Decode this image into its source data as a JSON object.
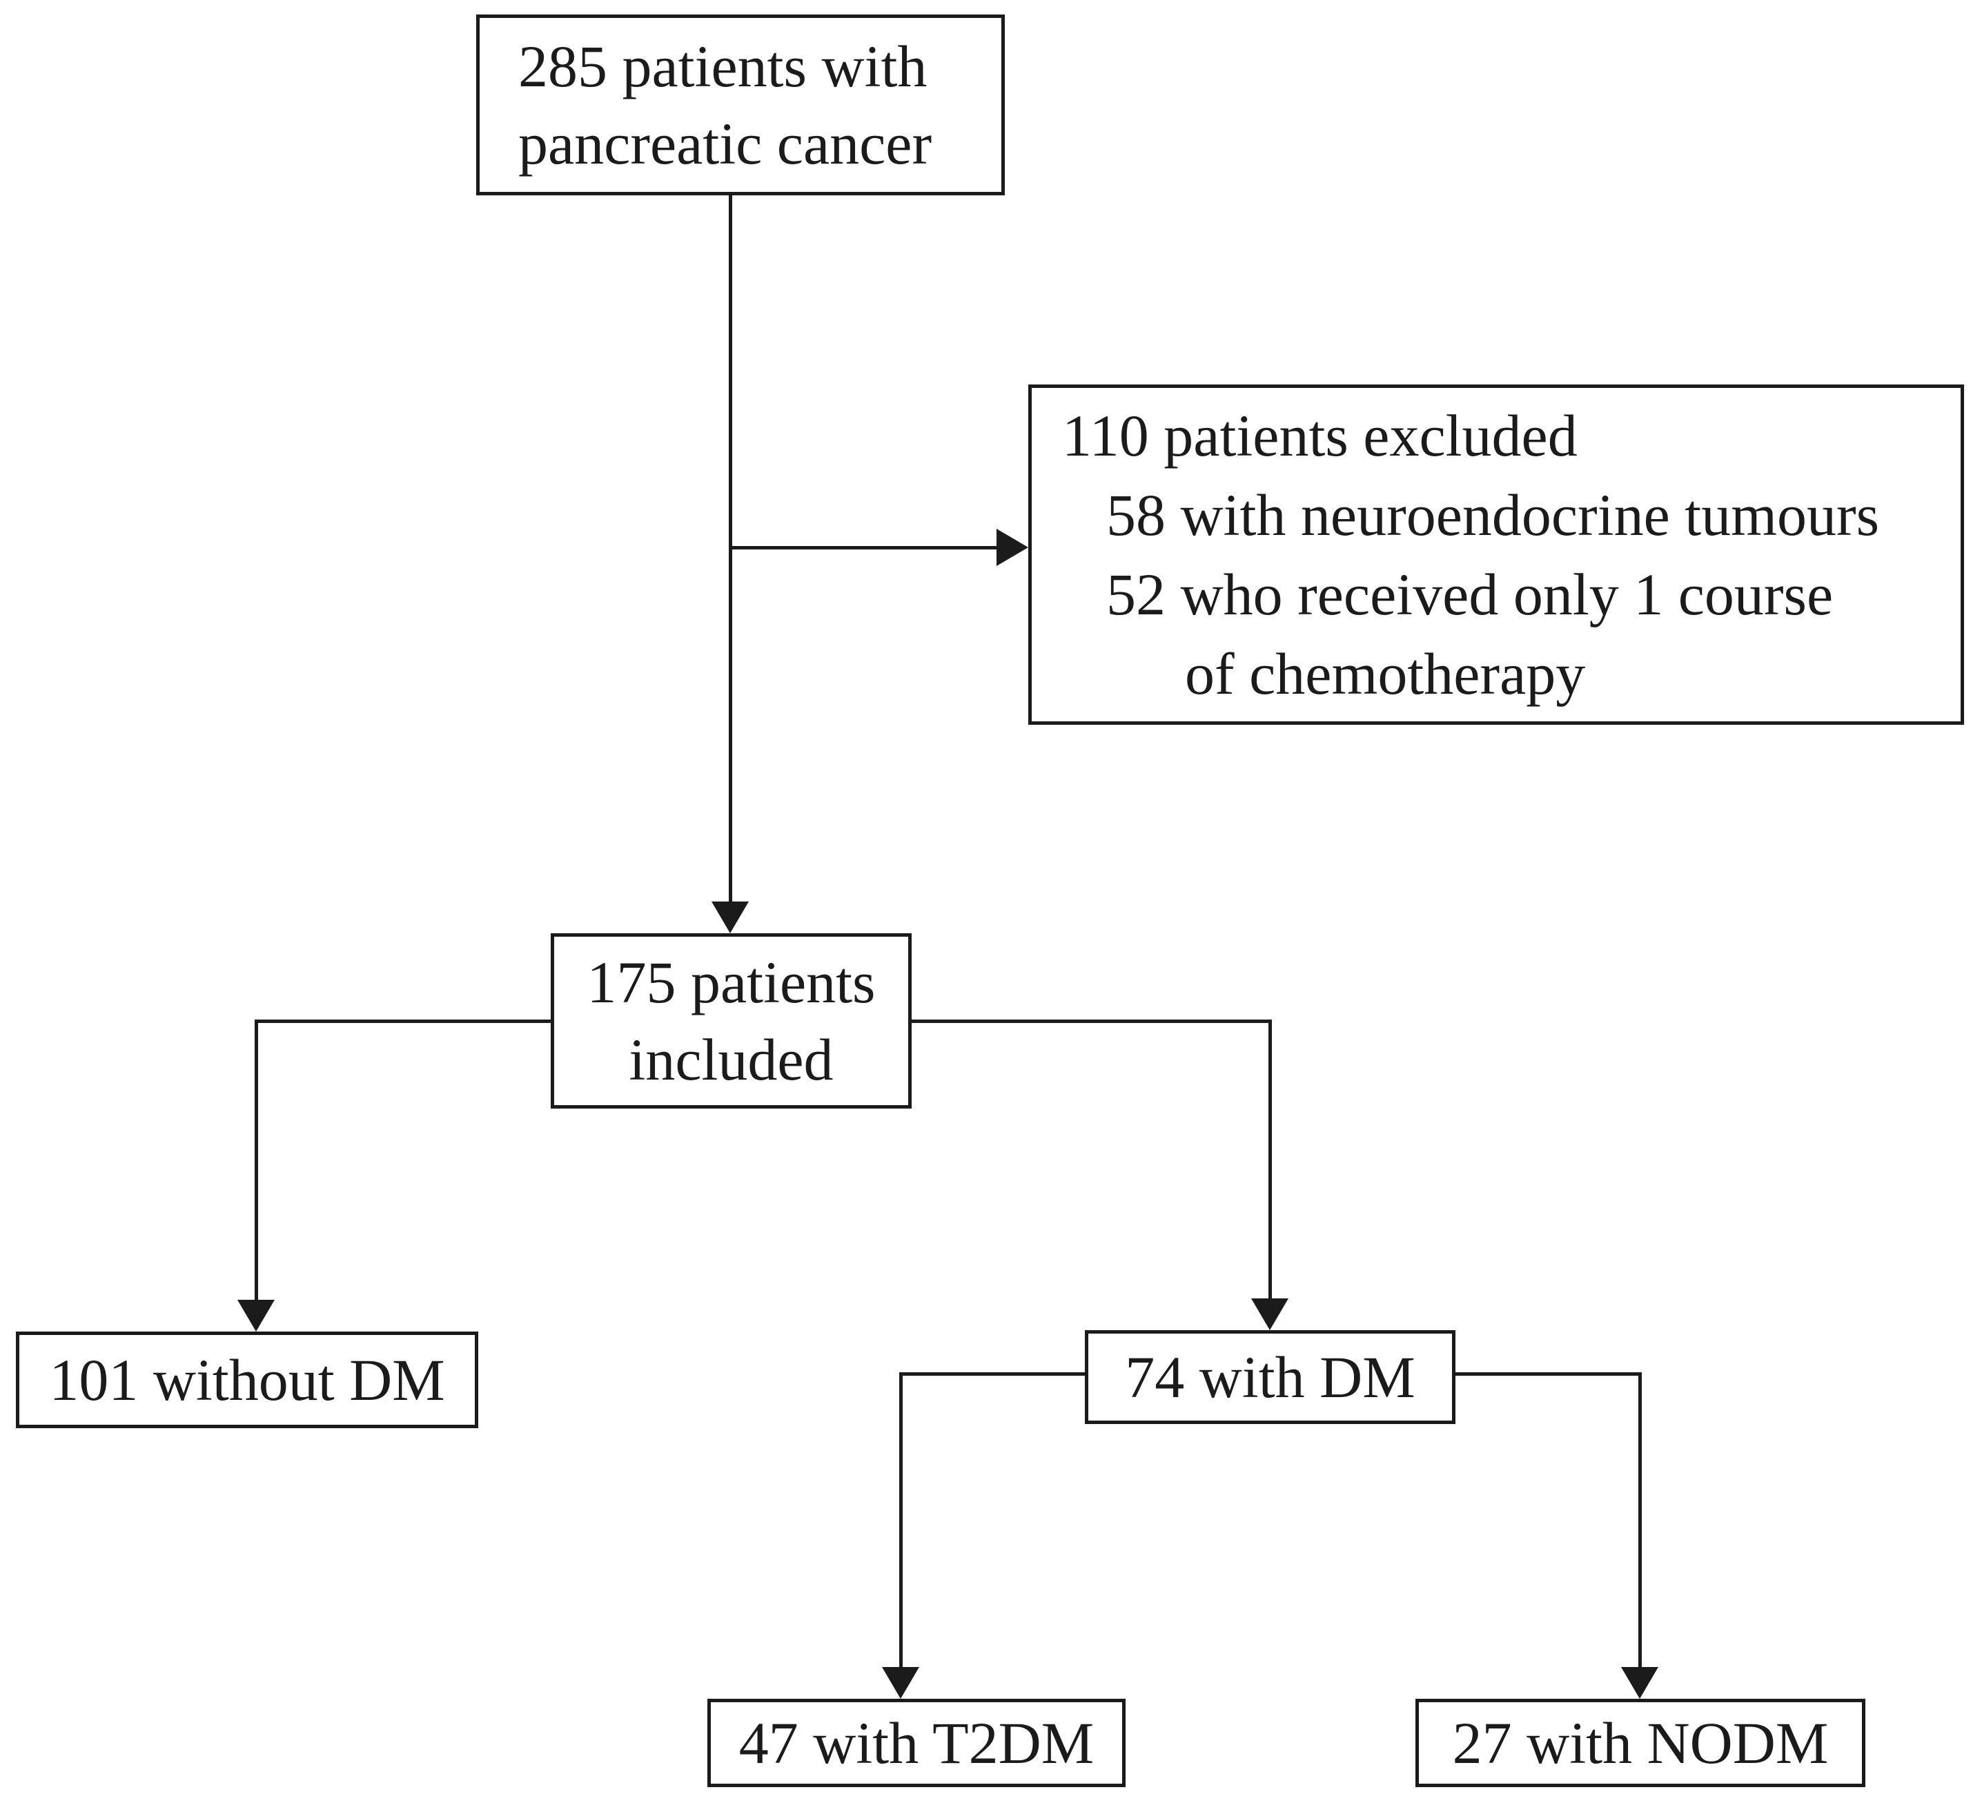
{
  "figure": {
    "type": "patient-flow-diagram",
    "background_color": "#ffffff",
    "line_color": "#1b1b1b",
    "text_color": "#1b1b1b"
  },
  "nodes": {
    "total": {
      "lines": [
        "285 patients with",
        "pancreatic cancer"
      ]
    },
    "excluded": {
      "lines": [
        "110 patients excluded",
        "58 with neuroendocrine tumours",
        "52 who received only 1 course",
        "of chemotherapy"
      ]
    },
    "included": {
      "lines": [
        "175 patients",
        "included"
      ]
    },
    "without_dm": {
      "label": "101 without DM"
    },
    "with_dm": {
      "label": "74 with DM"
    },
    "t2dm": {
      "label": "47 with T2DM"
    },
    "nodm": {
      "label": "27 with NODM"
    }
  }
}
